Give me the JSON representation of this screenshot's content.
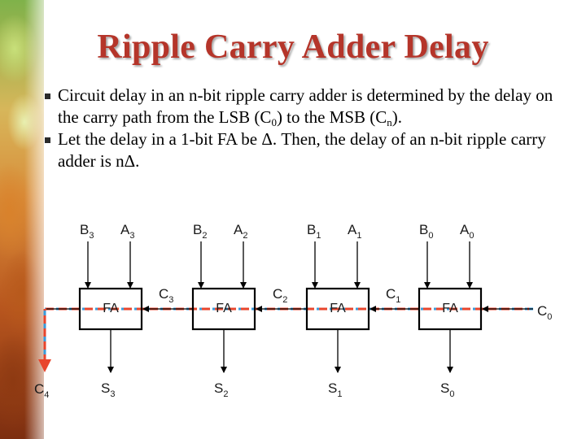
{
  "slide": {
    "title": "Ripple Carry Adder Delay",
    "bullets": [
      {
        "parts": [
          {
            "text": "Circuit delay in an n-bit ripple carry adder is determined by the delay on the carry path from the LSB (C"
          },
          {
            "sub": "0"
          },
          {
            "text": ") to the MSB (C"
          },
          {
            "sub": "n"
          },
          {
            "text": ")."
          }
        ]
      },
      {
        "parts": [
          {
            "text": "Let the delay in a 1-bit FA be Δ. Then, the delay of an n-bit ripple carry adder is nΔ."
          }
        ]
      }
    ]
  },
  "diagram": {
    "stages": [
      {
        "block": "FA",
        "b": "B",
        "b_sub": "3",
        "a": "A",
        "a_sub": "3",
        "s": "S",
        "s_sub": "3"
      },
      {
        "block": "FA",
        "b": "B",
        "b_sub": "2",
        "a": "A",
        "a_sub": "2",
        "s": "S",
        "s_sub": "2"
      },
      {
        "block": "FA",
        "b": "B",
        "b_sub": "1",
        "a": "A",
        "a_sub": "1",
        "s": "S",
        "s_sub": "1"
      },
      {
        "block": "FA",
        "b": "B",
        "b_sub": "0",
        "a": "A",
        "a_sub": "0",
        "s": "S",
        "s_sub": "0"
      }
    ],
    "carries": [
      {
        "name": "C",
        "sub": "3"
      },
      {
        "name": "C",
        "sub": "2"
      },
      {
        "name": "C",
        "sub": "1"
      }
    ],
    "carry_in": {
      "name": "C",
      "sub": "0"
    },
    "carry_out": {
      "name": "C",
      "sub": "4"
    },
    "colors": {
      "critical_path_red": "#e8452c",
      "critical_path_blue": "#3a9ad9",
      "wire": "#000000"
    }
  }
}
